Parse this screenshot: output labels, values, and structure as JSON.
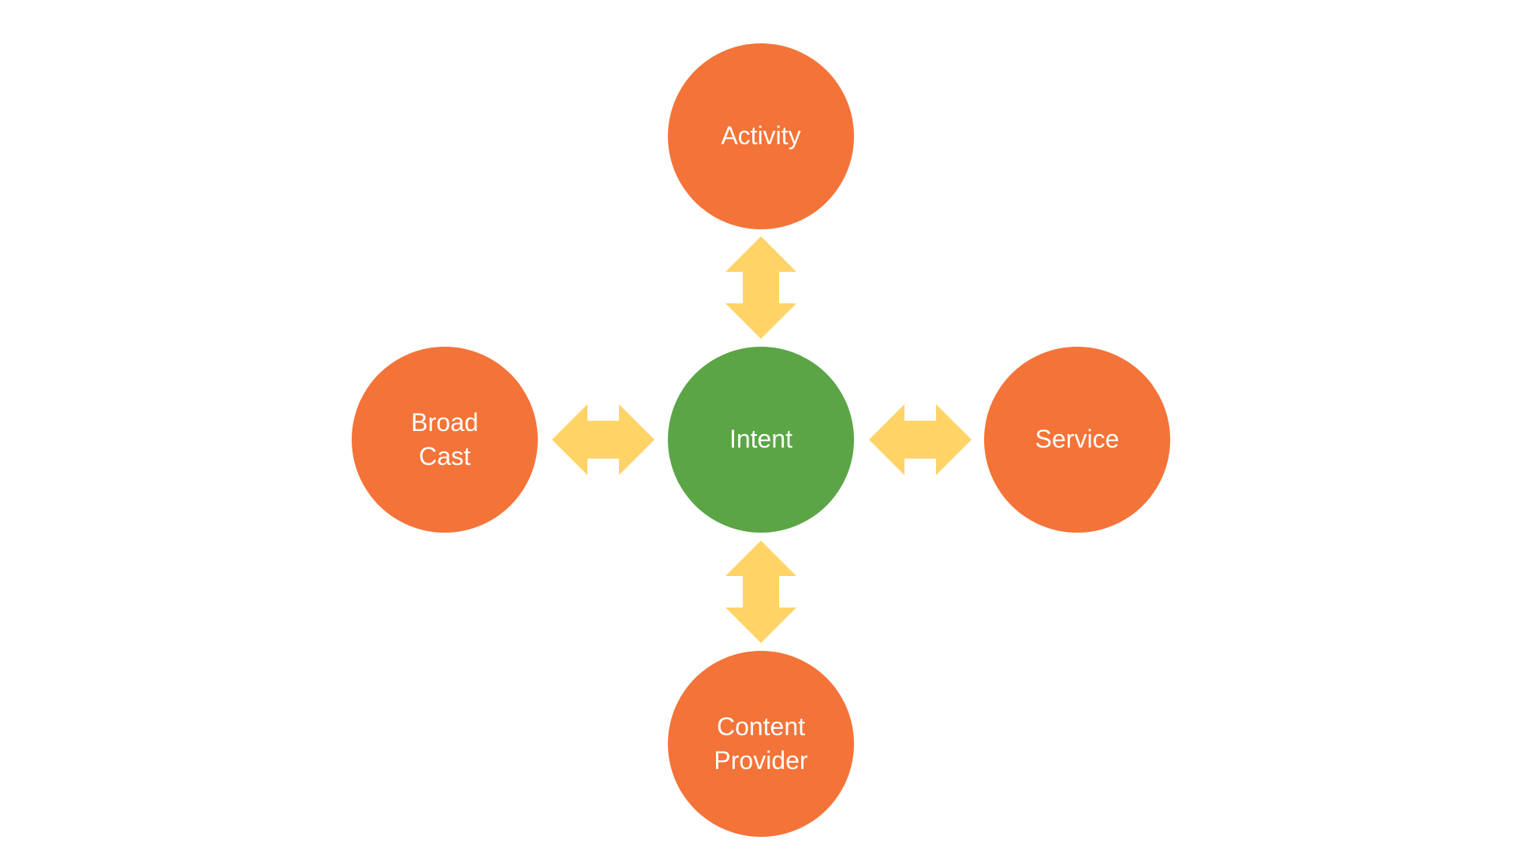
{
  "colors": {
    "outer_node": "#F47338",
    "center_node": "#5BA547",
    "arrow": "#FFD366",
    "background": "#FFFFFF"
  },
  "nodes": {
    "activity": {
      "label_lines": [
        "Activity"
      ]
    },
    "intent": {
      "label_lines": [
        "Intent"
      ]
    },
    "broadcast": {
      "label_lines": [
        "Broad",
        "Cast"
      ]
    },
    "service": {
      "label_lines": [
        "Service"
      ]
    },
    "content_provider": {
      "label_lines": [
        "Content",
        "Provider"
      ]
    }
  },
  "connections": [
    {
      "from": "intent",
      "to": "activity",
      "direction": "both"
    },
    {
      "from": "intent",
      "to": "broadcast",
      "direction": "both"
    },
    {
      "from": "intent",
      "to": "service",
      "direction": "both"
    },
    {
      "from": "intent",
      "to": "content_provider",
      "direction": "both"
    }
  ]
}
